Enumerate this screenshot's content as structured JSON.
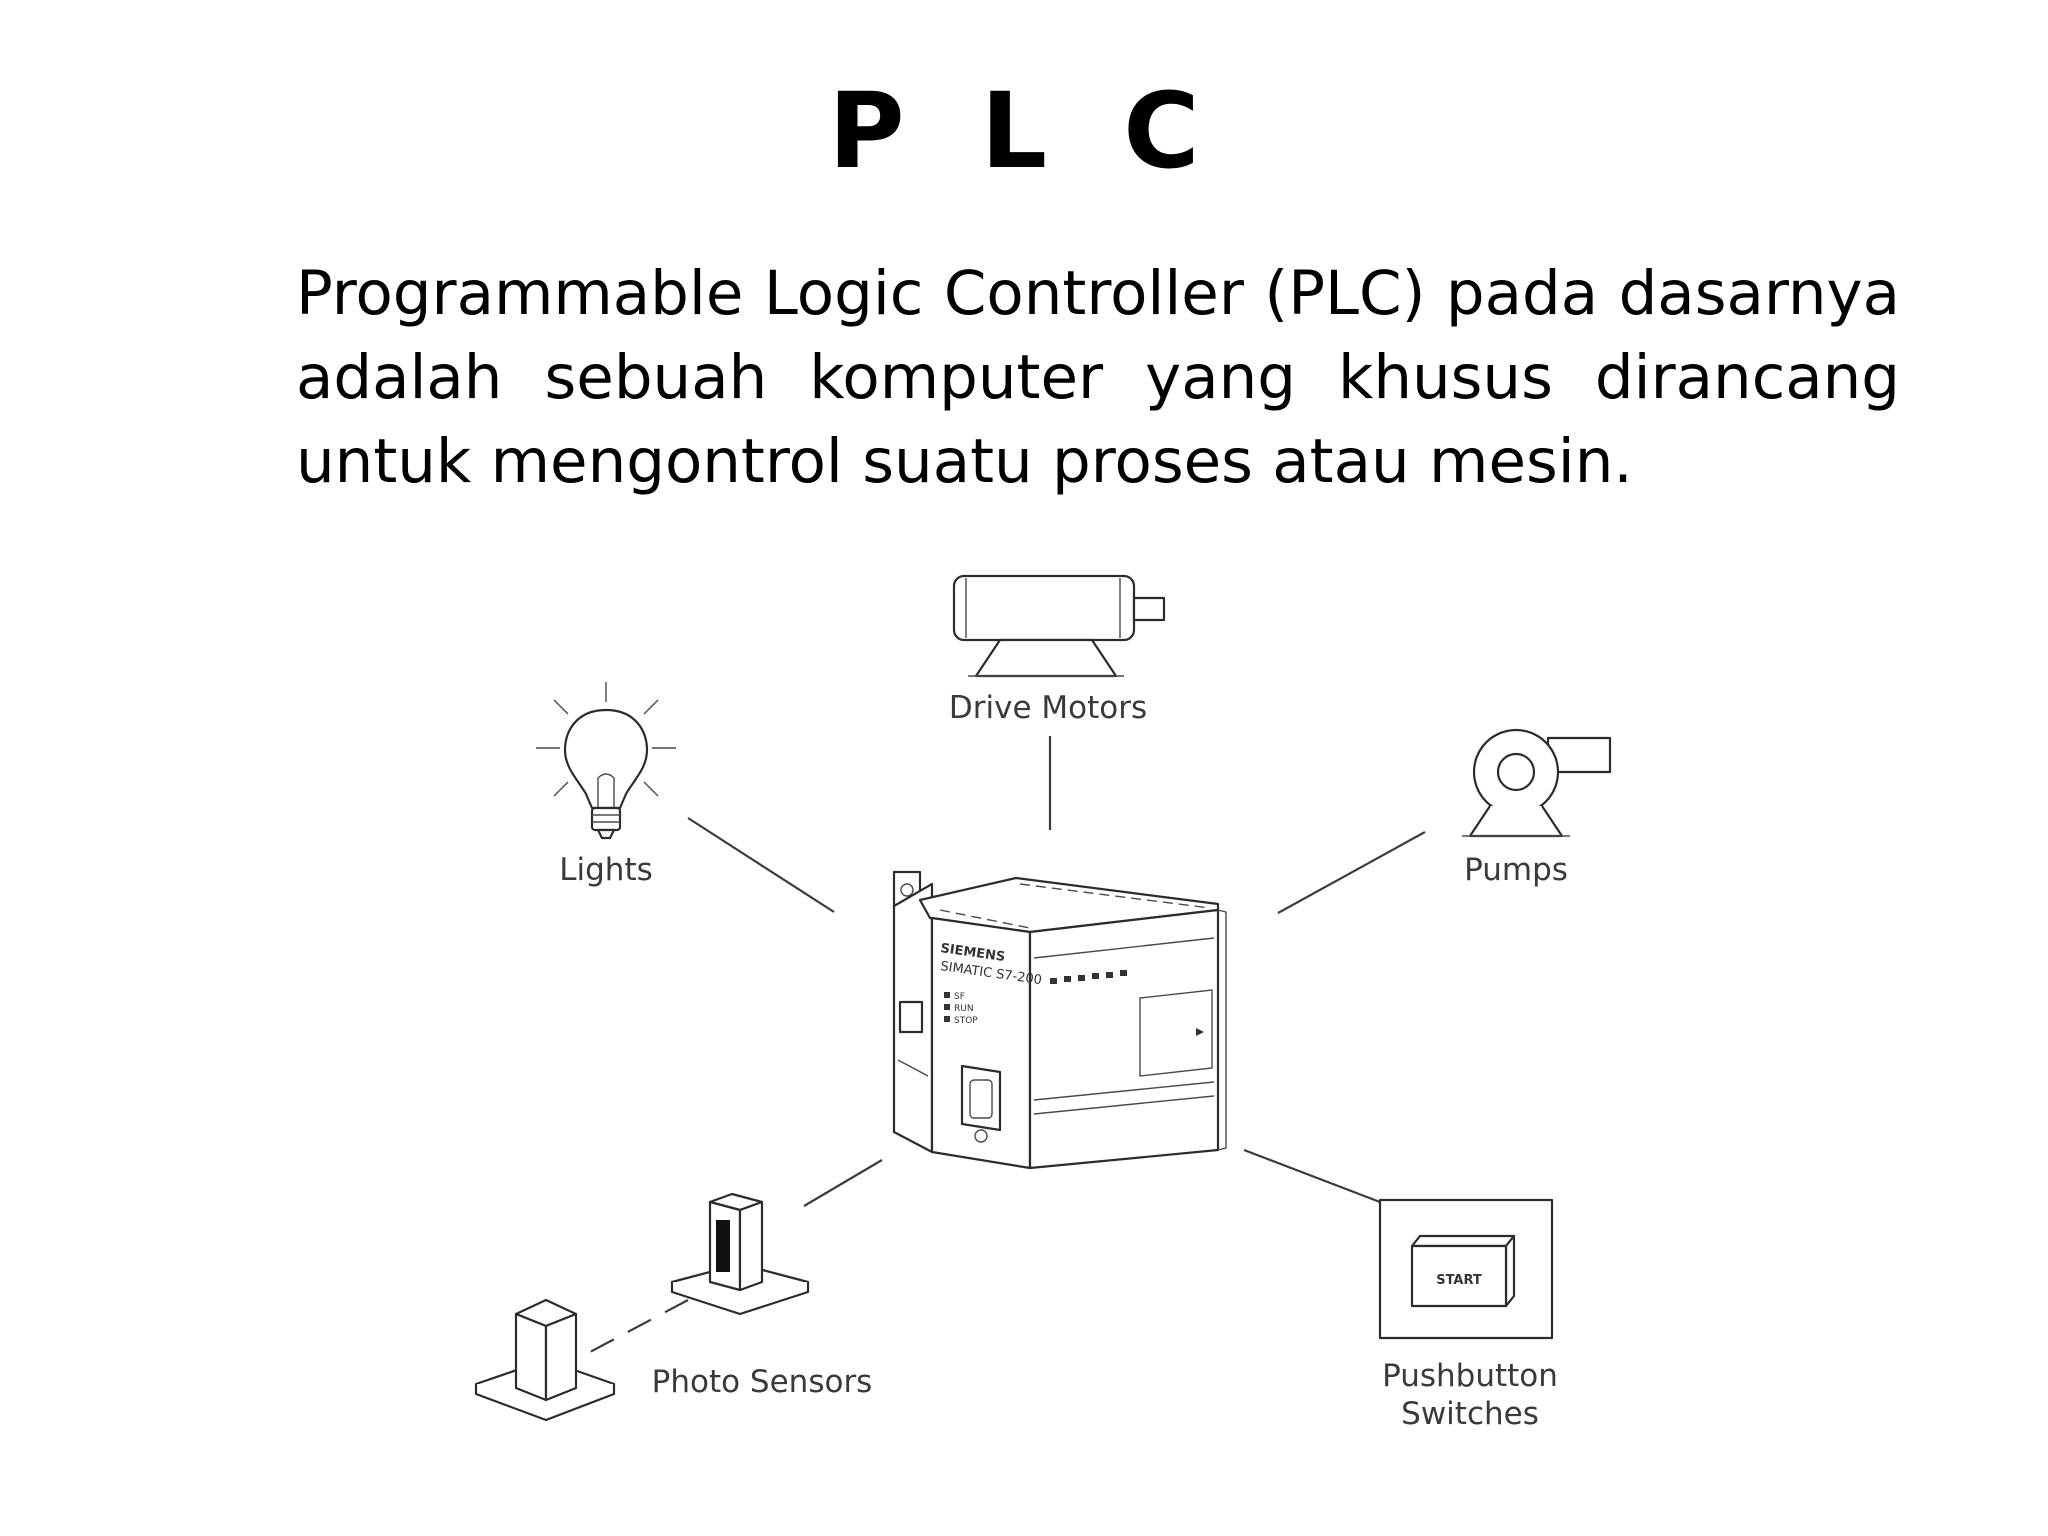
{
  "slide": {
    "title": "P L C",
    "description": "Programmable Logic Controller (PLC) pada dasarnya adalah sebuah komputer yang khusus dirancang untuk mengontrol suatu proses atau mesin."
  },
  "diagram": {
    "center_device": {
      "brand": "SIEMENS",
      "model": "SIMATIC S7-200",
      "led_labels": [
        "SF",
        "RUN",
        "STOP"
      ]
    },
    "peripherals": {
      "drive_motors": "Drive Motors",
      "lights": "Lights",
      "pumps": "Pumps",
      "photo_sensors": "Photo Sensors",
      "pushbutton_line1": "Pushbutton",
      "pushbutton_line2": "Switches",
      "start_button": "START"
    }
  }
}
